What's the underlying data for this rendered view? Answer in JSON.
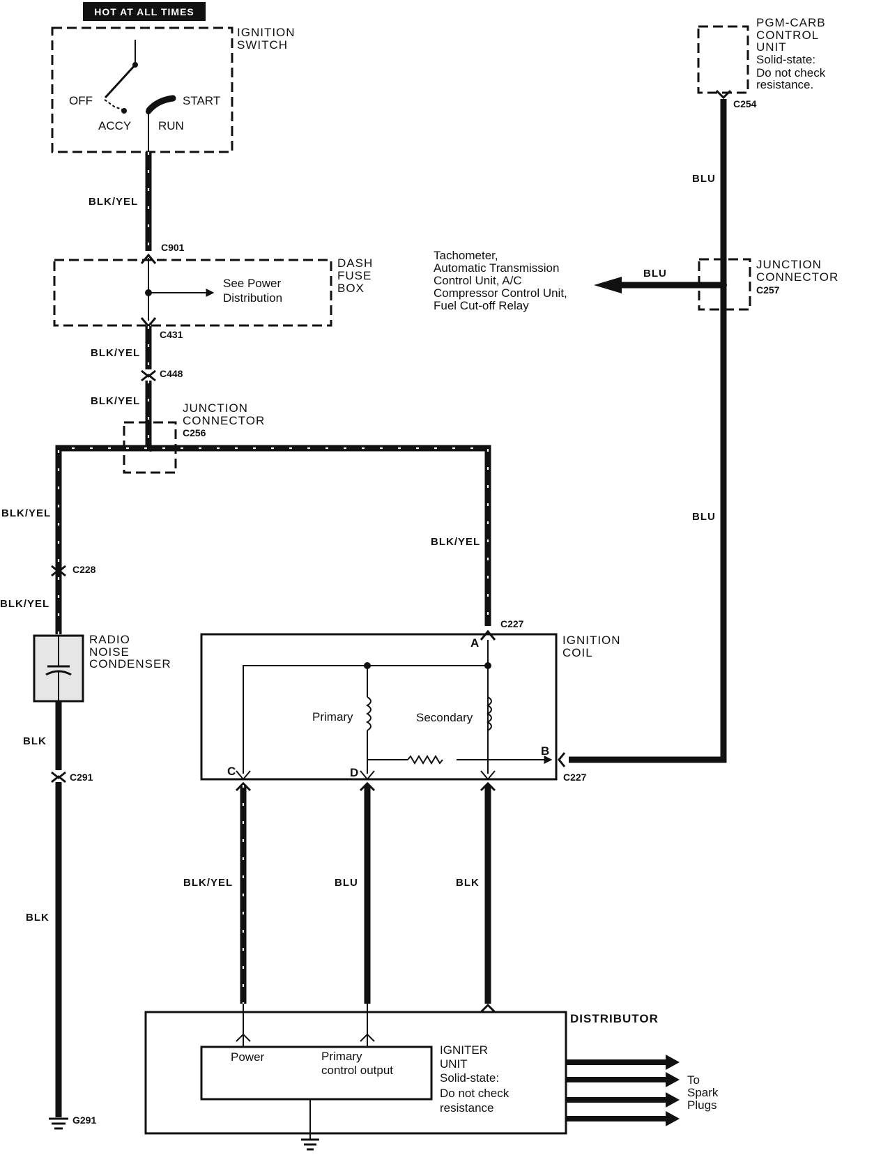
{
  "banner": "HOT AT ALL TIMES",
  "ignition_switch": {
    "title_l1": "IGNITION",
    "title_l2": "SWITCH",
    "off": "OFF",
    "start": "START",
    "accy": "ACCY",
    "run": "RUN"
  },
  "dash_fuse_box": {
    "title_l1": "DASH",
    "title_l2": "FUSE",
    "title_l3": "BOX",
    "note_l1": "See Power",
    "note_l2": "Distribution"
  },
  "junction_c256": {
    "title_l1": "JUNCTION",
    "title_l2": "CONNECTOR",
    "id": "C256"
  },
  "junction_c257": {
    "title_l1": "JUNCTION",
    "title_l2": "CONNECTOR",
    "id": "C257"
  },
  "pgm_carb": {
    "l1": "PGM-CARB",
    "l2": "CONTROL",
    "l3": "UNIT",
    "l4": "Solid-state:",
    "l5": "Do not check",
    "l6": "resistance."
  },
  "tach_note": {
    "l1": "Tachometer,",
    "l2": "Automatic Transmission",
    "l3": "Control Unit, A/C",
    "l4": "Compressor Control Unit,",
    "l5": "Fuel Cut-off Relay"
  },
  "radio_noise": {
    "l1": "RADIO",
    "l2": "NOISE",
    "l3": "CONDENSER"
  },
  "ignition_coil": {
    "title_l1": "IGNITION",
    "title_l2": "COIL",
    "primary": "Primary",
    "secondary": "Secondary",
    "pin_a": "A",
    "pin_b": "B",
    "pin_c": "C",
    "pin_d": "D"
  },
  "distributor": {
    "title": "DISTRIBUTOR",
    "power": "Power",
    "pco_l1": "Primary",
    "pco_l2": "control output",
    "ig_l1": "IGNITER",
    "ig_l2": "UNIT",
    "ig_l3": "Solid-state:",
    "ig_l4": "Do not check",
    "ig_l5": "resistance"
  },
  "spark": {
    "l1": "To",
    "l2": "Spark",
    "l3": "Plugs"
  },
  "connectors": {
    "c901": "C901",
    "c431": "C431",
    "c448": "C448",
    "c228": "C228",
    "c291": "C291",
    "g291": "G291",
    "c227_a": "C227",
    "c227_b": "C227",
    "c254": "C254"
  },
  "wires": {
    "w1": "BLK/YEL",
    "w2": "BLK/YEL",
    "w3": "BLK/YEL",
    "w4": "BLK/YEL",
    "w5": "BLK/YEL",
    "w6": "BLK/YEL",
    "w7": "BLK",
    "w8": "BLK",
    "w9": "BLK/YEL",
    "w10": "BLU",
    "w11": "BLK",
    "w12": "BLU",
    "w13": "BLU",
    "w14": "BLU"
  }
}
